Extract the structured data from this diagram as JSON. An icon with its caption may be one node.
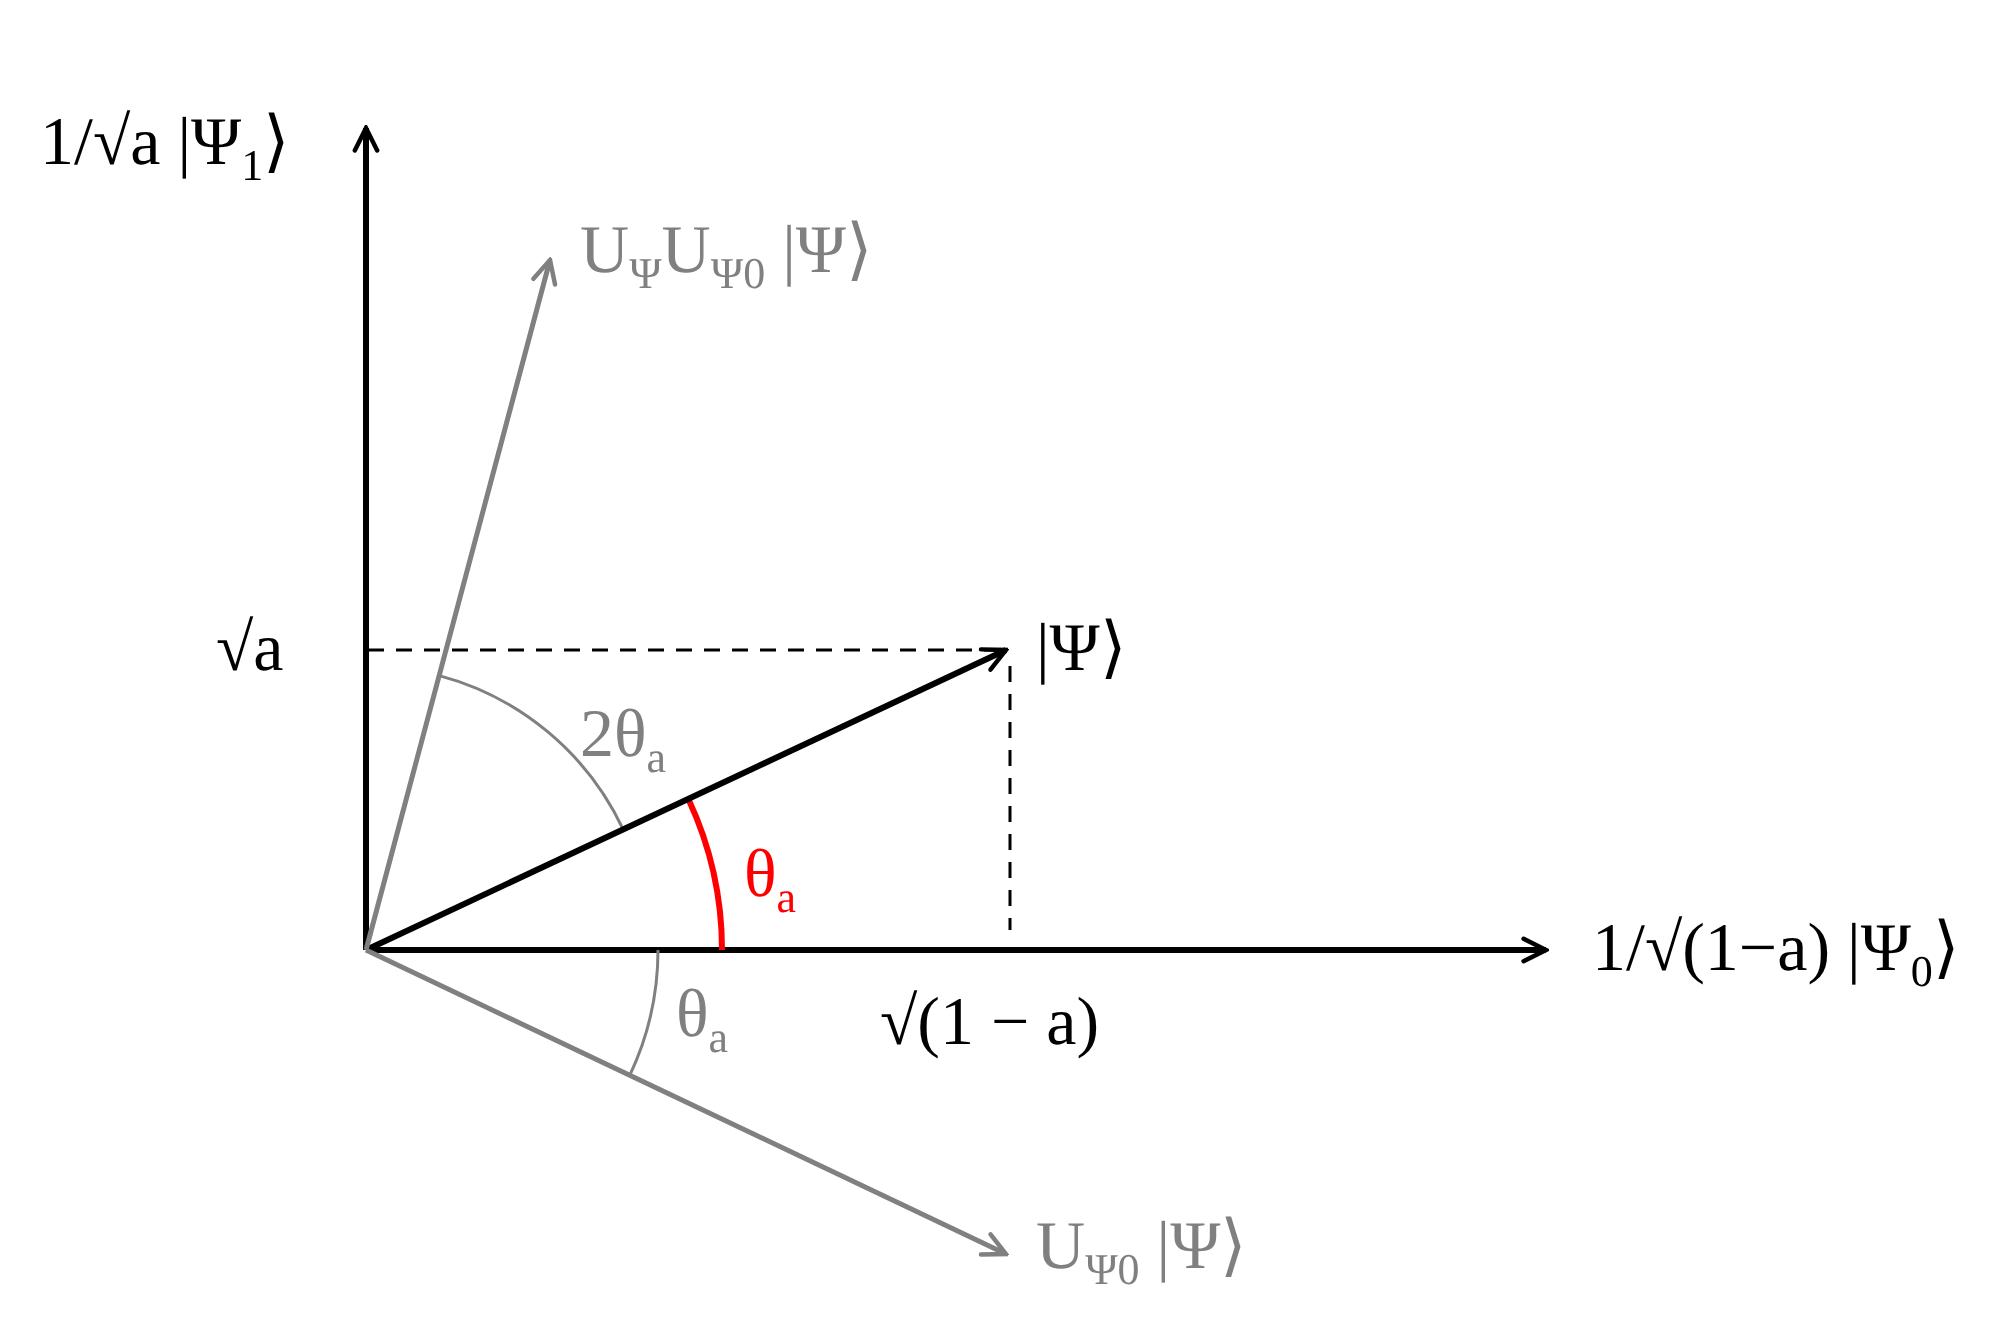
{
  "diagram": {
    "nodes": [
      {
        "text": [
          "|Ψ⟩"
        ]
      },
      {
        "text": [
          "U$_{Ψ}$U$_{Ψ0}$ |Ψ⟩"
        ]
      },
      {
        "text": [
          "U$_{Ψ0}$ |Ψ⟩"
        ]
      }
    ],
    "edges": [
      {
        "from": null,
        "to": 0,
        "arrow": "to",
        "color": "#000000"
      },
      {
        "from": null,
        "to": 1,
        "arrow": "to"
      },
      {
        "from": null,
        "to": 2,
        "arrow": "to"
      }
    ],
    "labels": [
      "1/√a |Ψ$_{1}$⟩",
      "√a",
      "2θ$_{a}$",
      "θ$_{a}$",
      "1/√(1−a) |Ψ$_{0}$⟩",
      "√(1 − a)",
      "θ$_{a}$"
    ]
  }
}
